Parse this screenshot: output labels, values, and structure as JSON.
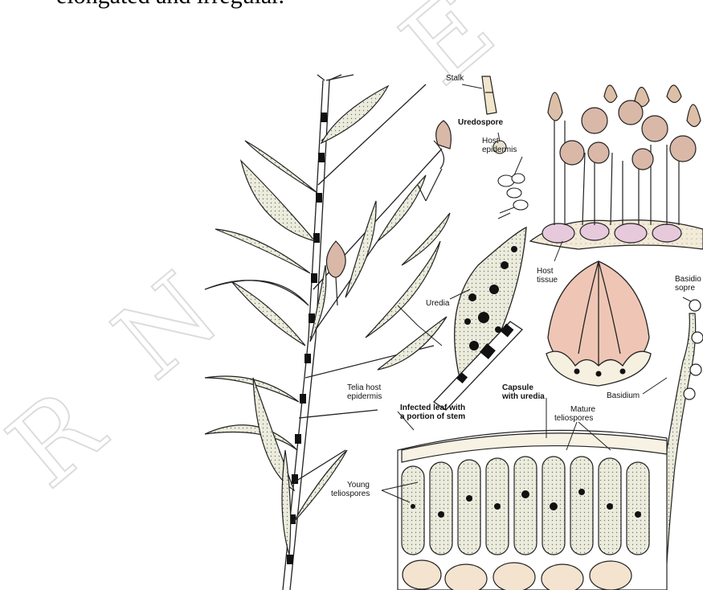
{
  "heading_text": "elongated and irregular.",
  "watermark_letters": [
    "R",
    "N",
    "E"
  ],
  "labels": {
    "stalk": "Stalk",
    "uredospore": "Uredospore",
    "host_epidermis_1": "Host",
    "host_epidermis_2": "epidermis",
    "host_tissue_1": "Host",
    "host_tissue_2": "tissue",
    "basidiospore_1": "Basidio",
    "basidiospore_2": "sopre",
    "uredia": "Uredia",
    "capsule_1": "Capsule",
    "capsule_2": "with uredia",
    "basidium": "Basidium",
    "telia_1": "Telia host",
    "telia_2": "epidermis",
    "infected_1": "Infected leaf with",
    "infected_2": "a portion of stem",
    "mature_1": "Mature",
    "mature_2": "teliospores",
    "young_1": "Young",
    "young_2": "teliospores"
  }
}
